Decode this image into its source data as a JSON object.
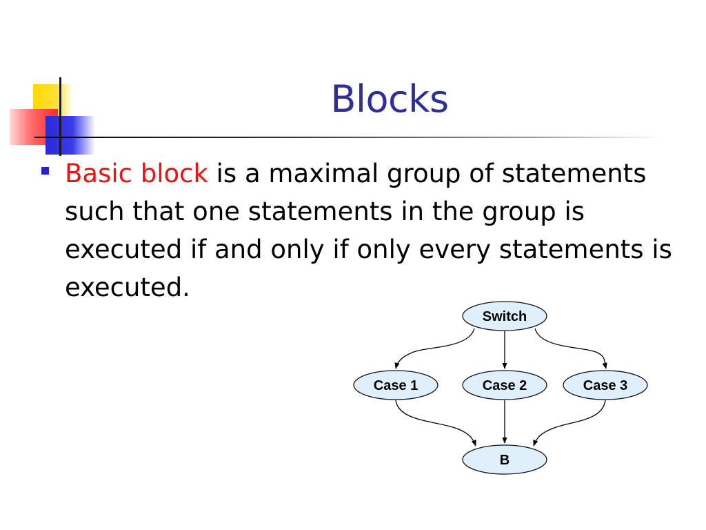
{
  "slide": {
    "title": "Blocks",
    "bullet": {
      "term": "Basic block",
      "text": " is a maximal group of statements such that one statements in the group is executed if and only if only every statements is executed."
    }
  },
  "diagram": {
    "nodes": [
      {
        "id": "switch",
        "label": "Switch"
      },
      {
        "id": "case1",
        "label": "Case 1"
      },
      {
        "id": "case2",
        "label": "Case 2"
      },
      {
        "id": "case3",
        "label": "Case 3"
      },
      {
        "id": "b",
        "label": "B"
      }
    ],
    "edges": [
      {
        "from": "switch",
        "to": "case1"
      },
      {
        "from": "switch",
        "to": "case2"
      },
      {
        "from": "switch",
        "to": "case3"
      },
      {
        "from": "case1",
        "to": "b"
      },
      {
        "from": "case2",
        "to": "b"
      },
      {
        "from": "case3",
        "to": "b"
      }
    ]
  },
  "colors": {
    "title": "#2e2e99",
    "term": "#ee1111",
    "bullet_marker": "#2323d6",
    "node_fill": "#dff0fc",
    "node_stroke": "#111111"
  }
}
